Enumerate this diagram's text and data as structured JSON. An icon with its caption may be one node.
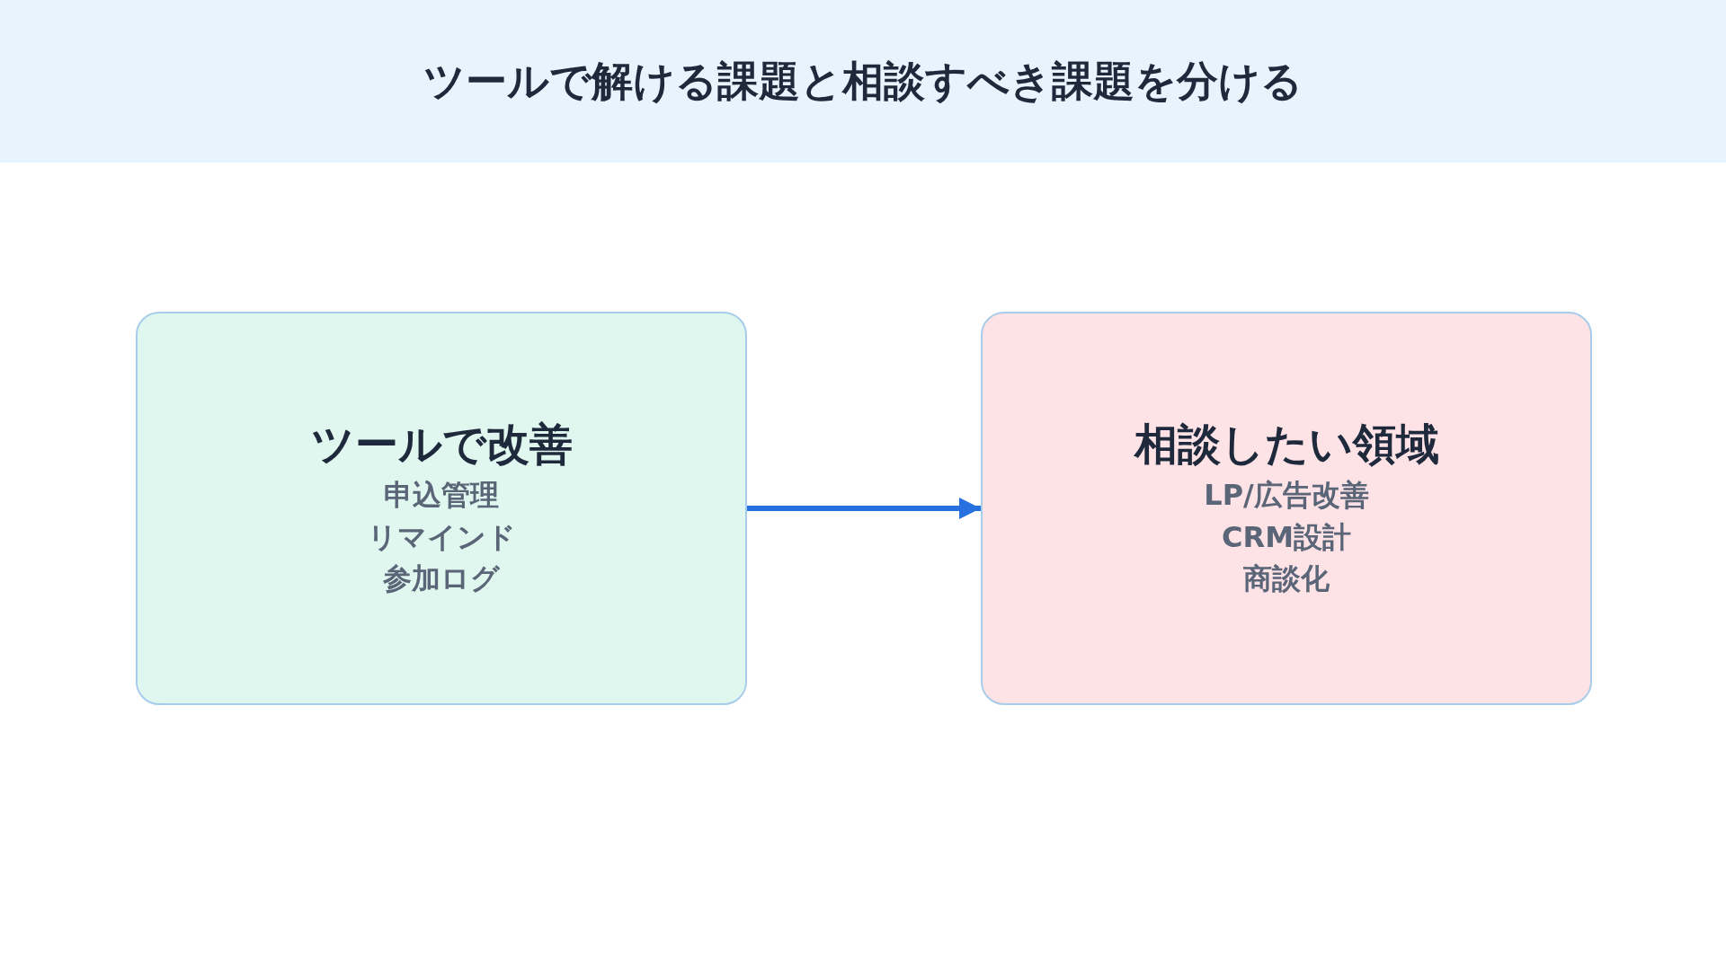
{
  "diagram": {
    "title": "ツールで解ける課題と相談すべき課題を分ける",
    "nodes": [
      {
        "text": [
          "ツールで改善",
          "申込管理",
          "リマインド",
          "参加ログ"
        ]
      },
      {
        "text": [
          "相談したい領域",
          "LP/広告改善",
          "CRM設計",
          "商談化"
        ]
      }
    ],
    "edges": [
      {
        "from": 0,
        "to": 1,
        "arrow": "to"
      }
    ]
  }
}
